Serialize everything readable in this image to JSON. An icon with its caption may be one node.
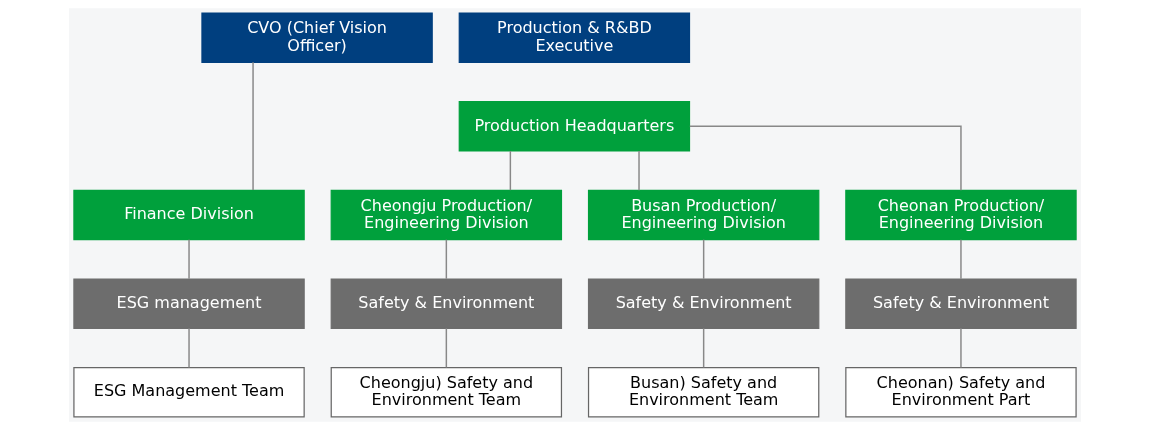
{
  "diagram": {
    "nodes": [
      {
        "text": [
          "CVO (Chief Vision Officer)"
        ]
      },
      {
        "text": [
          "Production & R&BD Executive"
        ]
      },
      {
        "text": [
          "Production Headquarters"
        ]
      },
      {
        "text": [
          "Finance Division"
        ]
      },
      {
        "text": [
          "Cheongju Production/ Engineering Division"
        ]
      },
      {
        "text": [
          "Busan Production/ Engineering Division"
        ]
      },
      {
        "text": [
          "Cheonan Production/ Engineering Division"
        ]
      },
      {
        "text": [
          "ESG management"
        ]
      },
      {
        "text": [
          "Safety & Environment"
        ]
      },
      {
        "text": [
          "Safety & Environment"
        ]
      },
      {
        "text": [
          "Safety & Environment"
        ]
      },
      {
        "text": [
          "ESG Management Team"
        ]
      },
      {
        "text": [
          "Cheongju) Safety and Environment Team"
        ]
      },
      {
        "text": [
          "Busan) Safety and Environment Team"
        ]
      },
      {
        "text": [
          "Cheonan) Safety and Environment Part"
        ]
      }
    ],
    "edges": [
      {
        "from": 0,
        "to": 3,
        "arrow": "none"
      },
      {
        "from": 2,
        "to": 4,
        "arrow": "none"
      },
      {
        "from": 2,
        "to": 5,
        "arrow": "none"
      },
      {
        "from": 2,
        "to": 6,
        "arrow": "none"
      },
      {
        "from": 3,
        "to": 7,
        "arrow": "none"
      },
      {
        "from": 4,
        "to": 8,
        "arrow": "none"
      },
      {
        "from": 5,
        "to": 9,
        "arrow": "none"
      },
      {
        "from": 6,
        "to": 10,
        "arrow": "none"
      },
      {
        "from": 7,
        "to": 11,
        "arrow": "none"
      },
      {
        "from": 8,
        "to": 12,
        "arrow": "none"
      },
      {
        "from": 9,
        "to": 13,
        "arrow": "none"
      },
      {
        "from": 10,
        "to": 14,
        "arrow": "none"
      }
    ]
  }
}
